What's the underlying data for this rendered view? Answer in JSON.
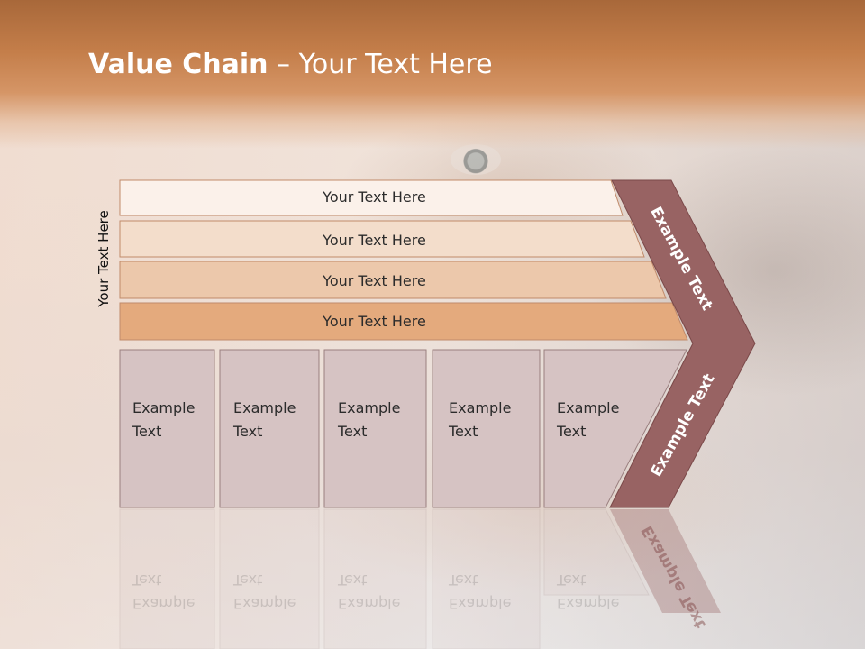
{
  "slide": {
    "title_bold": "Value Chain",
    "title_rest": " – Your Text Here",
    "side_label": "Your Text Here"
  },
  "bars": [
    {
      "label": "Your Text Here",
      "color": "#fbf1ea"
    },
    {
      "label": "Your Text Here",
      "color": "#f3ddcb"
    },
    {
      "label": "Your Text Here",
      "color": "#ecc8ab"
    },
    {
      "label": "Your Text Here",
      "color": "#e4aa7d"
    }
  ],
  "boxes": [
    {
      "line1": "Example",
      "line2": "Text"
    },
    {
      "line1": "Example",
      "line2": "Text"
    },
    {
      "line1": "Example",
      "line2": "Text"
    },
    {
      "line1": "Example",
      "line2": "Text"
    },
    {
      "line1": "Example",
      "line2": "Text"
    }
  ],
  "chevron": {
    "upper_label": "Example Text",
    "lower_label": "Example Text",
    "color": "#986363"
  },
  "colors": {
    "box_fill": "#d6c3c3",
    "border": "#9a7f7f",
    "header": "#c47e4a"
  }
}
